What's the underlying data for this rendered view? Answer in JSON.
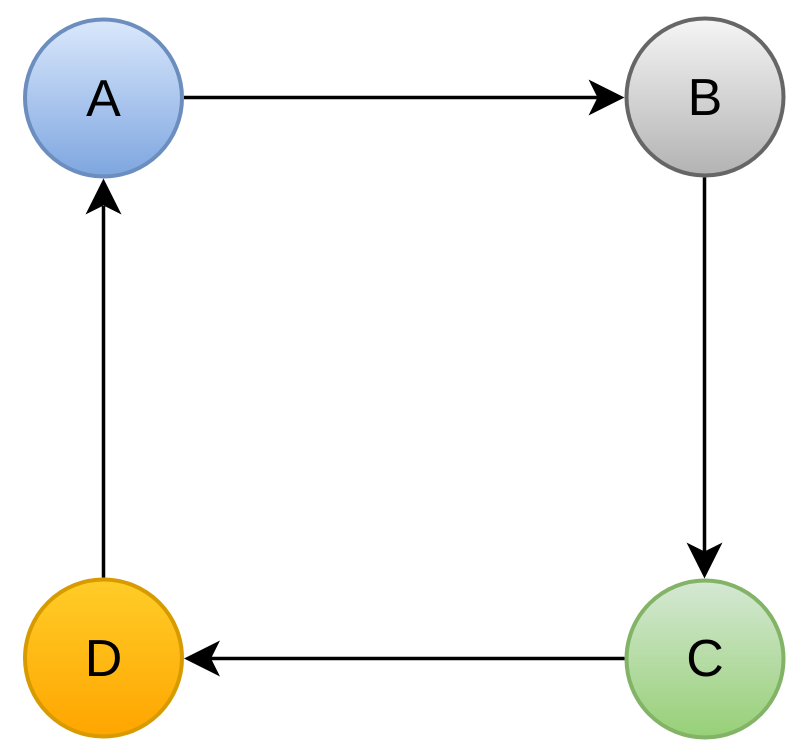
{
  "page": {
    "background": "#ffffff"
  },
  "diagram": {
    "type": "directed-cycle-graph",
    "edge_color": "#000000",
    "label_color": "#000000",
    "nodes": [
      {
        "id": "A",
        "label": "A",
        "position": "top-left",
        "shape": "circle",
        "fill_top": "#dae8fc",
        "fill_bottom": "#7ea6e0",
        "stroke": "#6c8ebf"
      },
      {
        "id": "B",
        "label": "B",
        "position": "top-right",
        "shape": "circle",
        "fill_top": "#f5f5f5",
        "fill_bottom": "#b3b3b3",
        "stroke": "#666666"
      },
      {
        "id": "C",
        "label": "C",
        "position": "bottom-right",
        "shape": "circle",
        "fill_top": "#d5e8d4",
        "fill_bottom": "#97d077",
        "stroke": "#82b366"
      },
      {
        "id": "D",
        "label": "D",
        "position": "bottom-left",
        "shape": "circle",
        "fill_top": "#ffcd28",
        "fill_bottom": "#ffa500",
        "stroke": "#d79b00"
      }
    ],
    "edges": [
      {
        "from": "A",
        "to": "B",
        "direction": "right",
        "arrowhead": "classic"
      },
      {
        "from": "B",
        "to": "C",
        "direction": "down",
        "arrowhead": "classic"
      },
      {
        "from": "C",
        "to": "D",
        "direction": "left",
        "arrowhead": "classic"
      },
      {
        "from": "D",
        "to": "A",
        "direction": "up",
        "arrowhead": "classic"
      }
    ]
  }
}
